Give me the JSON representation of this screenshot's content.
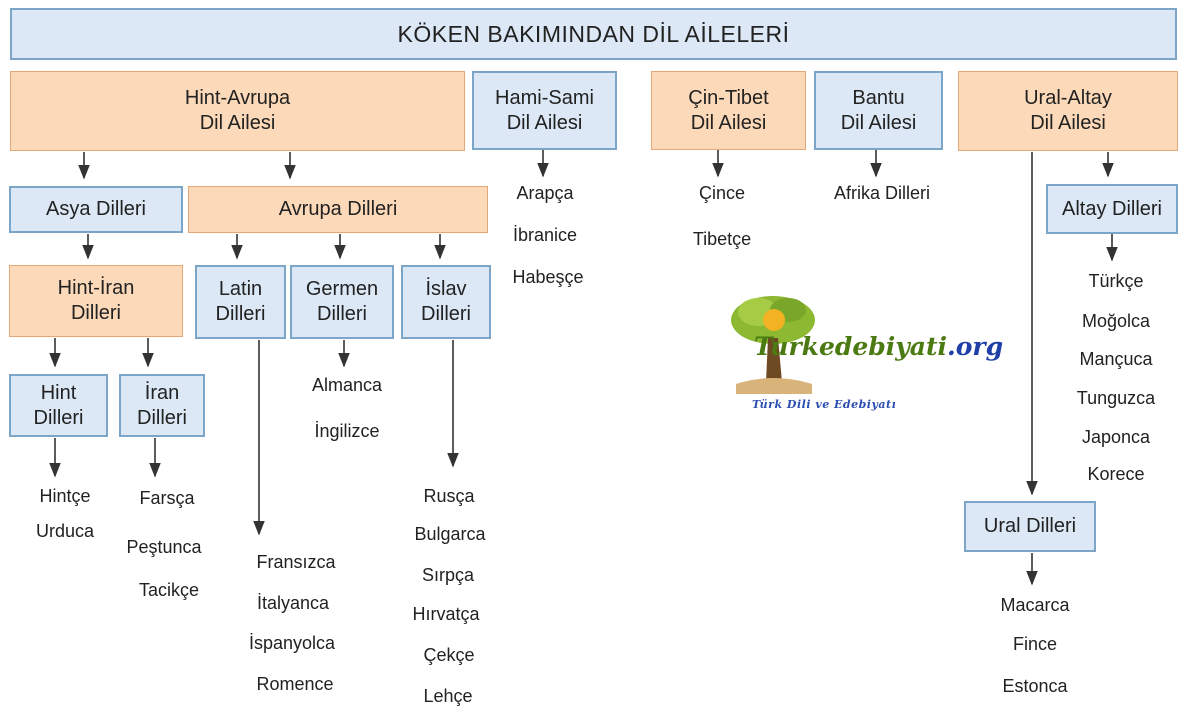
{
  "title": "KÖKEN BAKIMINDAN DİL AİLELERİ",
  "families": {
    "hint_avrupa": "Hint-Avrupa\nDil Ailesi",
    "hami_sami": "Hami-Sami\nDil Ailesi",
    "cin_tibet": "Çin-Tibet\nDil Ailesi",
    "bantu": "Bantu\nDil Ailesi",
    "ural_altay": "Ural-Altay\nDil Ailesi"
  },
  "groups": {
    "asya": "Asya Dilleri",
    "avrupa": "Avrupa Dilleri",
    "hint_iran": "Hint-İran\nDilleri",
    "latin": "Latin\nDilleri",
    "germen": "Germen\nDilleri",
    "islav": "İslav\nDilleri",
    "hint": "Hint\nDilleri",
    "iran": "İran\nDilleri",
    "altay": "Altay Dilleri",
    "ural": "Ural Dilleri"
  },
  "languages": {
    "hami_sami": [
      "Arapça",
      "İbranice",
      "Habeşçe"
    ],
    "cin_tibet": [
      "Çince",
      "Tibetçe"
    ],
    "bantu": [
      "Afrika Dilleri"
    ],
    "hint": [
      "Hintçe",
      "Urduca"
    ],
    "iran": [
      "Farsça",
      "Peştunca",
      "Tacikçe"
    ],
    "latin": [
      "Fransızca",
      "İtalyanca",
      "İspanyolca",
      "Romence"
    ],
    "germen": [
      "Almanca",
      "İngilizce"
    ],
    "islav": [
      "Rusça",
      "Bulgarca",
      "Sırpça",
      "Hırvatça",
      "Çekçe",
      "Lehçe"
    ],
    "altay": [
      "Türkçe",
      "Moğolca",
      "Mançuca",
      "Tunguzca",
      "Japonca",
      "Korece"
    ],
    "ural": [
      "Macarca",
      "Fince",
      "Estonca"
    ]
  },
  "logo": {
    "brand_main": "Turkedebiyati",
    "brand_suffix": ".org",
    "tagline": "Türk Dili ve Edebiyatı"
  },
  "colors": {
    "blue_fill": "#dce8f5",
    "blue_border": "#7da5c7",
    "orange_fill": "#fcd9b8",
    "orange_border": "#e3a877"
  }
}
